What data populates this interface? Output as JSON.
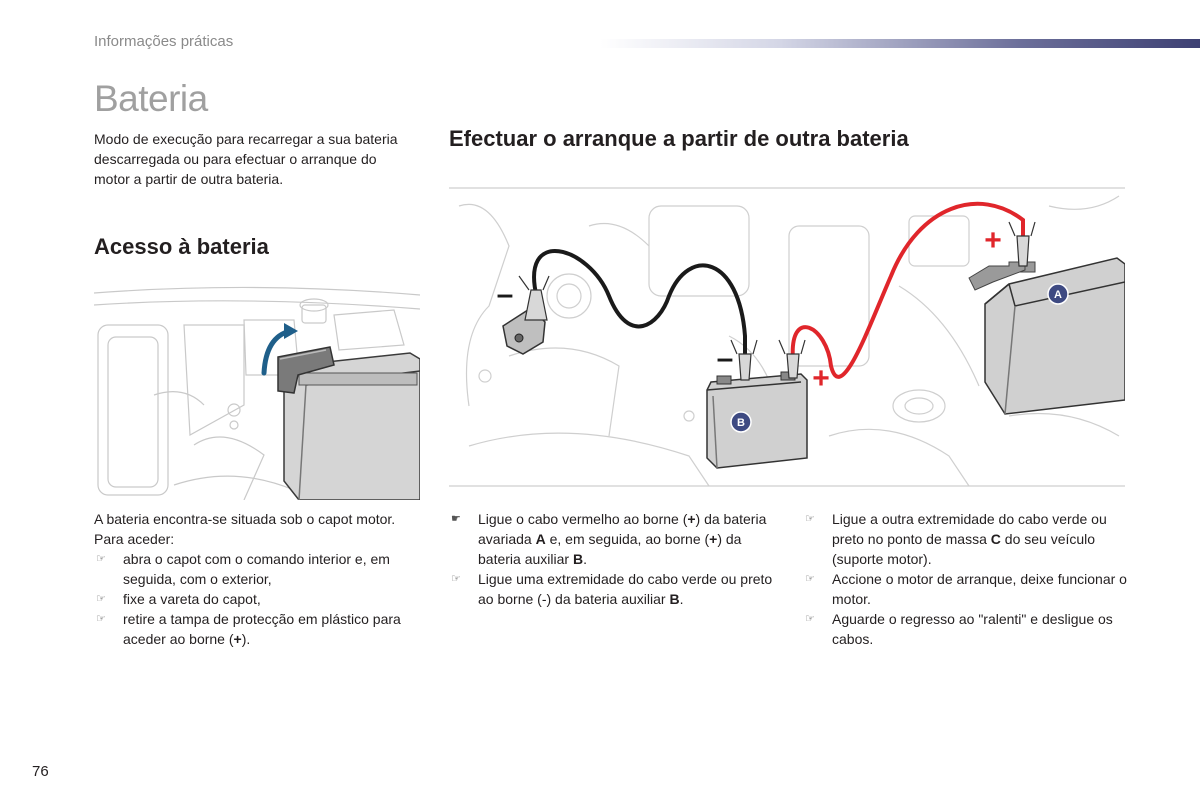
{
  "header": {
    "section": "Informações práticas"
  },
  "page": {
    "title": "Bateria",
    "number": "76"
  },
  "intro": "Modo de execução para recarregar a sua bateria descarregada ou para efectuar o arranque do motor a partir de outra bateria.",
  "access": {
    "heading": "Acesso à bateria",
    "paragraph1": "A bateria encontra-se situada sob o capot motor.",
    "paragraph2": "Para aceder:",
    "steps": [
      "abra o capot com o comando interior e, em seguida, com o exterior,",
      "fixe a vareta do capot,",
      [
        "retire a tampa de protecção em plástico para aceder ao borne (",
        "+",
        ")."
      ]
    ]
  },
  "jump_start": {
    "heading": "Efectuar o arranque a partir de outra bateria",
    "figure_labels": {
      "minus": "–",
      "plus": "+",
      "battery_a": "A",
      "battery_b": "B"
    },
    "steps_col1": [
      [
        "Ligue o cabo vermelho ao borne (",
        "+",
        ") da bateria avariada ",
        "A",
        " e, em seguida, ao borne (",
        "+",
        ") da bateria auxiliar ",
        "B",
        "."
      ],
      [
        "Ligue uma extremidade do cabo verde ou preto ao borne (-) da bateria auxiliar ",
        "B",
        "."
      ]
    ],
    "steps_col2": [
      [
        "Ligue a outra extremidade do cabo verde ou preto no ponto de massa ",
        "C",
        " do seu veículo (suporte motor)."
      ],
      "Accione o motor de arranque, deixe funcionar o motor.",
      "Aguarde o regresso ao \"ralenti\" e desligue os cabos."
    ]
  },
  "icons": {
    "bullet_first": "pointing-hand-black-icon",
    "bullet": "pointing-hand-white-icon"
  },
  "colors": {
    "header_bar": "#3d4073",
    "cable_red": "#e0262b",
    "cable_black": "#1a1a1a",
    "badge": "#3e4a82"
  }
}
